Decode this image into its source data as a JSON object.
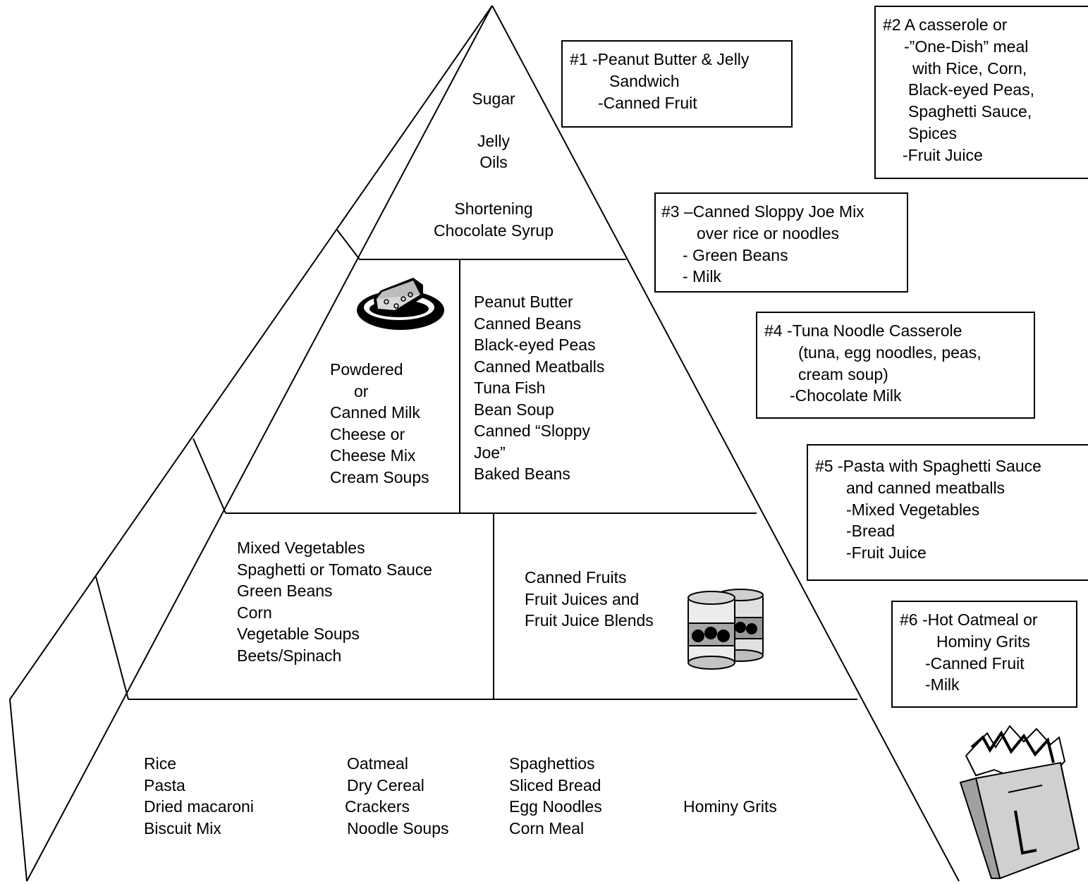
{
  "pyramid": {
    "top": {
      "items": [
        "Sugar",
        "Jelly",
        "Oils",
        "Shortening",
        "Chocolate Syrup"
      ]
    },
    "dairy": {
      "items": [
        "Powdered",
        "or",
        "Canned Milk",
        "Cheese or",
        "Cheese Mix",
        "Cream Soups"
      ]
    },
    "protein": {
      "items": [
        "Peanut Butter",
        "Canned Beans",
        "Black-eyed Peas",
        "Canned Meatballs",
        "Tuna Fish",
        "Bean Soup",
        "Canned “Sloppy",
        "Joe”",
        "Baked Beans"
      ]
    },
    "vegetables": {
      "items": [
        "Mixed Vegetables",
        "Spaghetti or Tomato Sauce",
        "Green Beans",
        "Corn",
        "Vegetable Soups",
        "Beets/Spinach"
      ]
    },
    "fruits": {
      "items": [
        "Canned Fruits",
        "Fruit Juices and",
        "Fruit Juice Blends"
      ]
    },
    "grains": {
      "col1": [
        "Rice",
        "Pasta",
        "Dried macaroni",
        "Biscuit Mix"
      ],
      "col2": [
        "Oatmeal",
        "Dry Cereal",
        "Crackers",
        "Noodle Soups"
      ],
      "col3": [
        "Spaghettios",
        "Sliced Bread",
        "Egg Noodles",
        "Corn Meal"
      ],
      "col4": "Hominy Grits"
    }
  },
  "menus": [
    {
      "lines": [
        "#1  -Peanut Butter & Jelly",
        "Sandwich",
        "-Canned Fruit"
      ]
    },
    {
      "lines": [
        "#2 A  casserole or",
        "-”One-Dish” meal",
        "with Rice, Corn,",
        "Black-eyed Peas,",
        "Spaghetti Sauce,",
        "Spices",
        "-Fruit Juice"
      ]
    },
    {
      "lines": [
        "#3 –Canned Sloppy Joe Mix",
        "over rice or noodles",
        "- Green Beans",
        "- Milk"
      ]
    },
    {
      "lines": [
        "#4  -Tuna Noodle Casserole",
        "(tuna, egg noodles, peas,",
        "cream soup)",
        "-Chocolate Milk"
      ]
    },
    {
      "lines": [
        "#5  -Pasta with Spaghetti  Sauce",
        "and canned meatballs",
        "-Mixed Vegetables",
        "-Bread",
        "-Fruit Juice"
      ]
    },
    {
      "lines": [
        "#6  -Hot Oatmeal or",
        "Hominy Grits",
        "-Canned Fruit",
        "-Milk"
      ]
    }
  ],
  "icons": [
    "cheese-plate-icon",
    "canned-food-icon",
    "grocery-bag-icon"
  ]
}
